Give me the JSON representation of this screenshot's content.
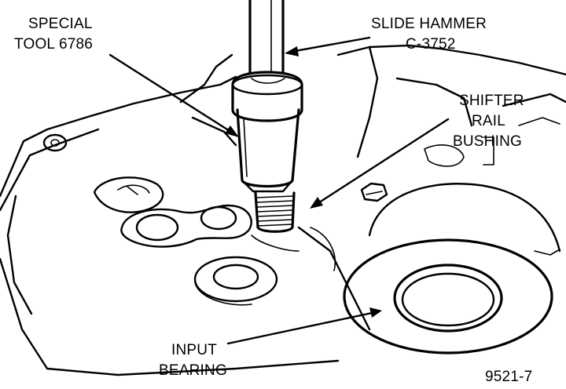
{
  "callouts": {
    "special_tool": [
      "SPECIAL",
      "TOOL 6786"
    ],
    "slide_hammer": [
      "SLIDE HAMMER",
      "C-3752"
    ],
    "shifter_rail_bushing": [
      "SHIFTER",
      "RAIL",
      "BUSHING"
    ],
    "input_bearing": [
      "INPUT",
      "BEARING"
    ]
  },
  "figure_number": "9521-7",
  "colors": {
    "ink": "#000000",
    "paper": "#ffffff"
  }
}
